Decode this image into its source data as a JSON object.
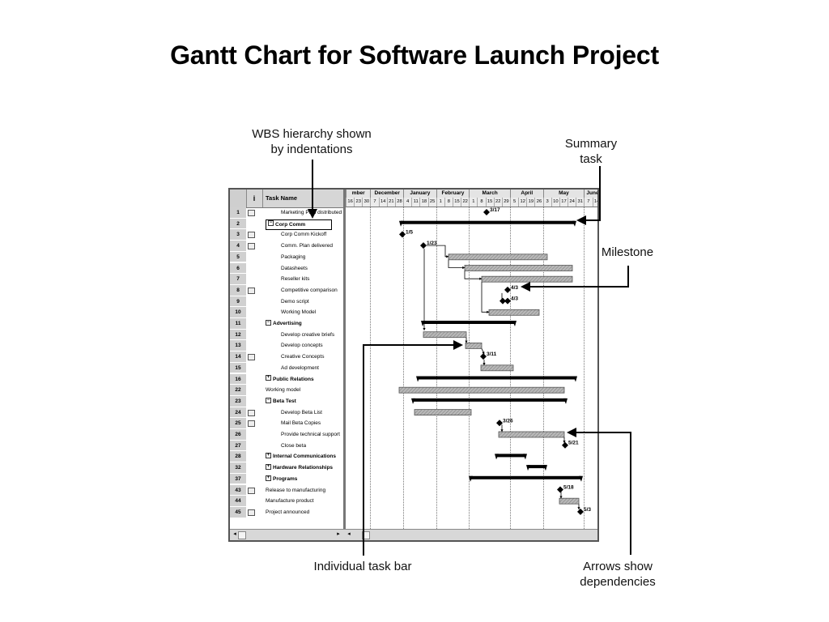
{
  "title": "Gantt Chart for Software Launch Project",
  "callouts": {
    "wbs": [
      "WBS hierarchy shown",
      "by indentations"
    ],
    "summary": [
      "Summary",
      "task"
    ],
    "milestone": "Milestone",
    "task_bar": "Individual task bar",
    "dependencies": [
      "Arrows show",
      "dependencies"
    ]
  },
  "grid": {
    "info_header": "i",
    "name_header": "Task Name",
    "rows": [
      {
        "id": "1",
        "name": "Marketing Plan distributed",
        "indent": 2,
        "bold": false,
        "icon": true,
        "expand": ""
      },
      {
        "id": "2",
        "name": "Corp Comm",
        "indent": 1,
        "bold": true,
        "icon": false,
        "expand": "−"
      },
      {
        "id": "3",
        "name": "Corp Comm Kickoff",
        "indent": 2,
        "bold": false,
        "icon": true,
        "expand": ""
      },
      {
        "id": "4",
        "name": "Comm. Plan delivered",
        "indent": 2,
        "bold": false,
        "icon": true,
        "expand": ""
      },
      {
        "id": "5",
        "name": "Packaging",
        "indent": 2,
        "bold": false,
        "icon": false,
        "expand": ""
      },
      {
        "id": "6",
        "name": "Datasheets",
        "indent": 2,
        "bold": false,
        "icon": false,
        "expand": ""
      },
      {
        "id": "7",
        "name": "Reseller kits",
        "indent": 2,
        "bold": false,
        "icon": false,
        "expand": ""
      },
      {
        "id": "8",
        "name": "Competitive comparison",
        "indent": 2,
        "bold": false,
        "icon": true,
        "expand": ""
      },
      {
        "id": "9",
        "name": "Demo script",
        "indent": 2,
        "bold": false,
        "icon": false,
        "expand": ""
      },
      {
        "id": "10",
        "name": "Working Model",
        "indent": 2,
        "bold": false,
        "icon": false,
        "expand": ""
      },
      {
        "id": "11",
        "name": "Advertising",
        "indent": 1,
        "bold": true,
        "icon": false,
        "expand": "−"
      },
      {
        "id": "12",
        "name": "Develop creative briefs",
        "indent": 2,
        "bold": false,
        "icon": false,
        "expand": ""
      },
      {
        "id": "13",
        "name": "Develop concepts",
        "indent": 2,
        "bold": false,
        "icon": false,
        "expand": ""
      },
      {
        "id": "14",
        "name": "Creative Concepts",
        "indent": 2,
        "bold": false,
        "icon": true,
        "expand": ""
      },
      {
        "id": "15",
        "name": "Ad development",
        "indent": 2,
        "bold": false,
        "icon": false,
        "expand": ""
      },
      {
        "id": "16",
        "name": "Public Relations",
        "indent": 1,
        "bold": true,
        "icon": false,
        "expand": "+"
      },
      {
        "id": "22",
        "name": "Working model",
        "indent": 1,
        "bold": false,
        "icon": false,
        "expand": ""
      },
      {
        "id": "23",
        "name": "Beta Test",
        "indent": 1,
        "bold": true,
        "icon": false,
        "expand": "−"
      },
      {
        "id": "24",
        "name": "Develop Beta List",
        "indent": 2,
        "bold": false,
        "icon": true,
        "expand": ""
      },
      {
        "id": "25",
        "name": "Mail Beta Copies",
        "indent": 2,
        "bold": false,
        "icon": true,
        "expand": ""
      },
      {
        "id": "26",
        "name": "Provide technical support",
        "indent": 2,
        "bold": false,
        "icon": false,
        "expand": ""
      },
      {
        "id": "27",
        "name": "Close beta",
        "indent": 2,
        "bold": false,
        "icon": false,
        "expand": ""
      },
      {
        "id": "28",
        "name": "Internal Communications",
        "indent": 1,
        "bold": true,
        "icon": false,
        "expand": "+"
      },
      {
        "id": "32",
        "name": "Hardware Relationships",
        "indent": 1,
        "bold": true,
        "icon": false,
        "expand": "+"
      },
      {
        "id": "37",
        "name": "Programs",
        "indent": 1,
        "bold": true,
        "icon": false,
        "expand": "+"
      },
      {
        "id": "43",
        "name": "Release to manufacturing",
        "indent": 1,
        "bold": false,
        "icon": true,
        "expand": ""
      },
      {
        "id": "44",
        "name": "Manufacture product",
        "indent": 1,
        "bold": false,
        "icon": false,
        "expand": ""
      },
      {
        "id": "45",
        "name": "Project announced",
        "indent": 1,
        "bold": false,
        "icon": true,
        "expand": ""
      }
    ]
  },
  "timescale": {
    "months": [
      "mber",
      "December",
      "January",
      "February",
      "March",
      "April",
      "May",
      "June"
    ],
    "weeks": [
      "16",
      "23",
      "30",
      "7",
      "14",
      "21",
      "28",
      "4",
      "11",
      "18",
      "25",
      "1",
      "8",
      "15",
      "22",
      "1",
      "8",
      "15",
      "22",
      "29",
      "5",
      "12",
      "19",
      "26",
      "3",
      "10",
      "17",
      "24",
      "31",
      "7",
      "14"
    ]
  },
  "milestones": [
    {
      "row": 0,
      "label": "3/17"
    },
    {
      "row": 2,
      "label": "1/5"
    },
    {
      "row": 3,
      "label": "1/23"
    },
    {
      "row": 7,
      "label": "4/3"
    },
    {
      "row": 8,
      "label": "4/3"
    },
    {
      "row": 13,
      "label": "3/11"
    },
    {
      "row": 19,
      "label": "3/26"
    },
    {
      "row": 21,
      "label": "5/21"
    },
    {
      "row": 25,
      "label": "5/18"
    },
    {
      "row": 27,
      "label": "5/3"
    }
  ],
  "colors": {
    "task_bar": "#9a9a9a",
    "summary_bar": "#000000",
    "header": "#d6d6d6"
  }
}
